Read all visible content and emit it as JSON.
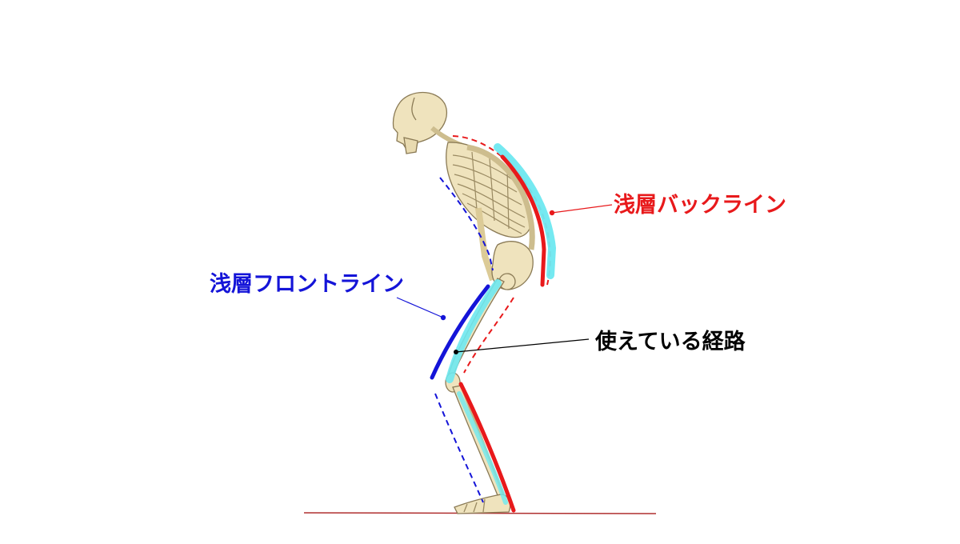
{
  "labels": {
    "superficial_back_line": "浅層バックライン",
    "superficial_front_line": "浅層フロントライン",
    "used_pathway": "使えている経路"
  },
  "colors": {
    "back_line": "#e8191b",
    "front_line": "#1414d8",
    "used_pathway": "#6ee8f0",
    "leader_line": "#000000",
    "ground_line": "#b03030",
    "bone": "#efe3bd",
    "bone_outline": "#8a7a55"
  }
}
